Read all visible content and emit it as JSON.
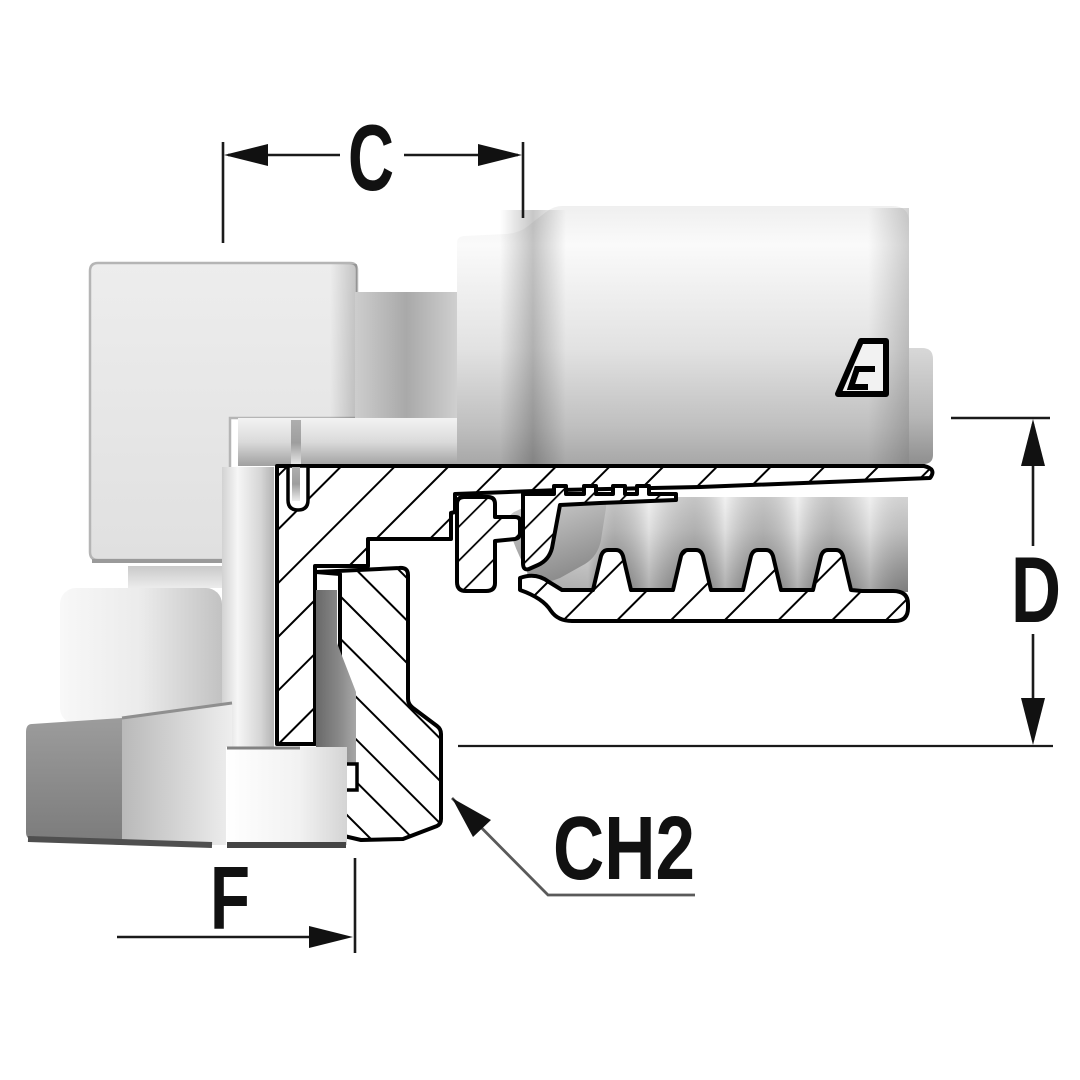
{
  "drawing": {
    "type": "technical-cross-section",
    "subject": "90-degree hydraulic hose fitting, half section view",
    "dimensions": {
      "c_label": "C",
      "d_label": "D",
      "f_label": "F",
      "ch2_label": "CH2"
    },
    "icons": {
      "logo": "manufacturer-logo"
    },
    "colors": {
      "background": "#ffffff",
      "outline": "#000000",
      "dim_line": "#1a1a1a",
      "leader_gray": "#666666",
      "metal_light": "#f5f5f5",
      "metal_mid": "#cfcfcf",
      "metal_dark": "#8a8a8a",
      "hex_face": "#8a8a8a"
    }
  }
}
